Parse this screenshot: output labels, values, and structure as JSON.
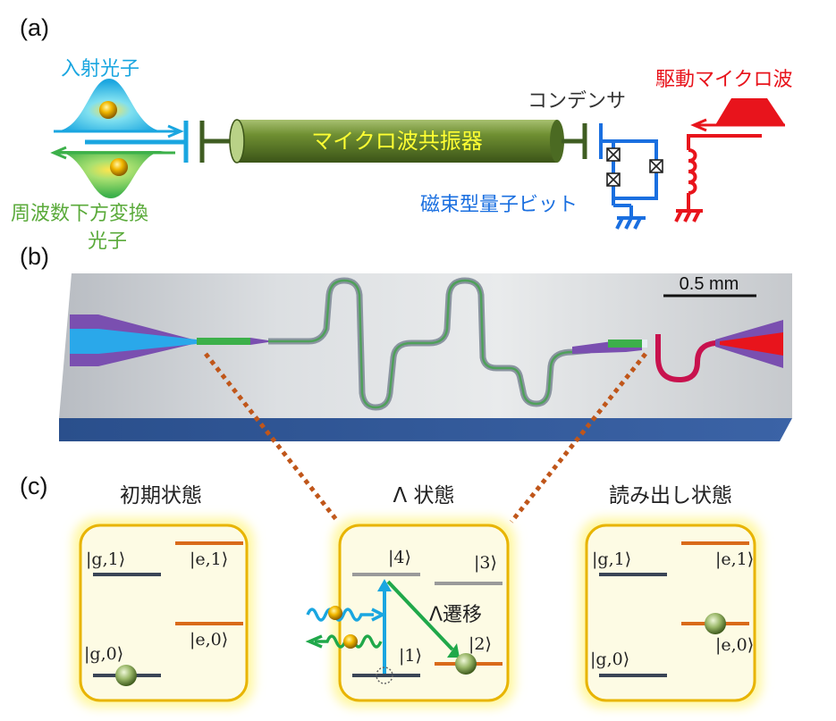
{
  "panels": {
    "a": "(a)",
    "b": "(b)",
    "c": "(c)"
  },
  "part_a": {
    "incident_photon": "入射光子",
    "downconverted_photon_line1": "周波数下方変換",
    "downconverted_photon_line2": "光子",
    "resonator": "マイクロ波共振器",
    "capacitor": "コンデンサ",
    "flux_qubit": "磁束型量子ビット",
    "drive_microwave": "駆動マイクロ波"
  },
  "part_b": {
    "scale_bar": "0.5 mm"
  },
  "part_c": {
    "initial_state": {
      "title": "初期状態",
      "levels": [
        "|g,1⟩",
        "|e,1⟩",
        "|e,0⟩",
        "|g,0⟩"
      ]
    },
    "lambda_state": {
      "title": "Λ 状態",
      "levels": [
        "|4⟩",
        "|3⟩",
        "|2⟩",
        "|1⟩"
      ],
      "transition": "Λ遷移"
    },
    "readout_state": {
      "title": "読み出し状態",
      "levels": [
        "|g,1⟩",
        "|e,1⟩",
        "|e,0⟩",
        "|g,0⟩"
      ]
    }
  },
  "colors": {
    "incident_blue": "#1aa6e0",
    "converted_green": "#3cb04a",
    "resonator_green": "#4a6b1e",
    "label_yellow": "#ffff33",
    "qubit_blue": "#1a6fe0",
    "drive_red": "#e8141c",
    "ground_level": "#3a4556",
    "excited_level": "#d96a1a",
    "box_border": "#e8b400",
    "box_fill": "#fdfbe4",
    "dotted_line": "#c0561a"
  }
}
